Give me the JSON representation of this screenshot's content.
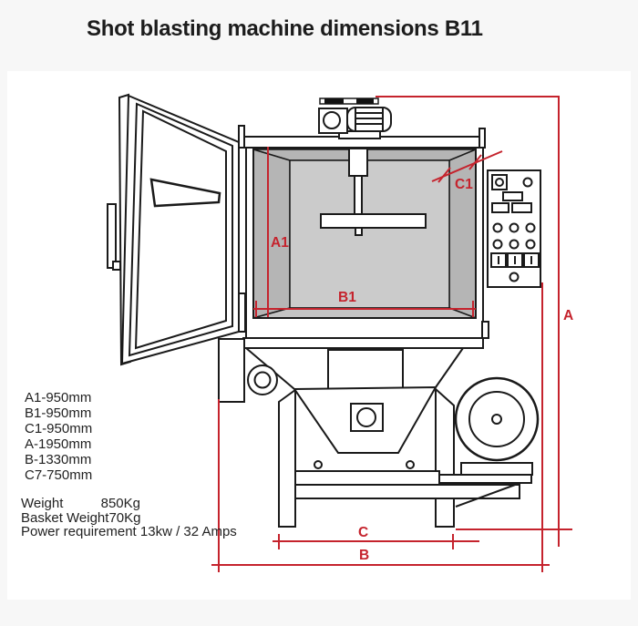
{
  "title": "Shot blasting machine dimensions B11",
  "colors": {
    "dimension_red": "#c5232d",
    "machine_line": "#1a1a1a",
    "interior_wall_shade": "#b5b5b5",
    "interior_back_wall": "#cbcbcb",
    "canvas": "#ffffff",
    "page_background": "#f7f7f7"
  },
  "dimension_labels": {
    "a1": "A1",
    "b1": "B1",
    "c1": "C1",
    "a": "A",
    "b": "B",
    "c": "C"
  },
  "specs": {
    "dimension_list": [
      "A1-950mm",
      "B1-950mm",
      "C1-950mm",
      "A-1950mm",
      "B-1330mm",
      "C7-750mm"
    ],
    "weight": {
      "label": "Weight",
      "value": "850Kg"
    },
    "basket_weight": {
      "label": "Basket Weight",
      "value": "70Kg"
    },
    "power": {
      "label": "Power requirement",
      "value": "13kw / 32 Amps"
    }
  }
}
